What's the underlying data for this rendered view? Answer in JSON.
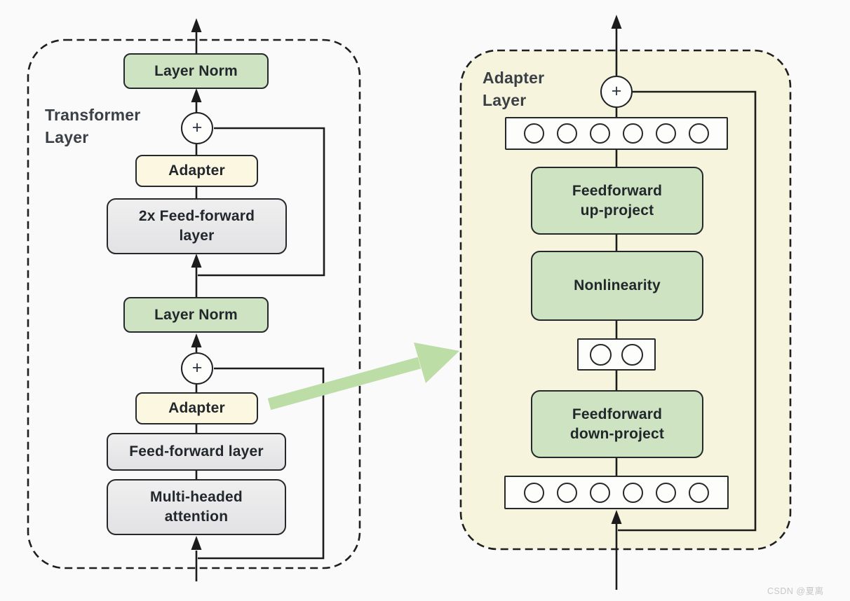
{
  "watermark": "CSDN @夏离",
  "colors": {
    "green_box": "#cde3c2",
    "yellow_box": "#fbf7e1",
    "gray_box": "#e9e9ea",
    "adapter_panel_bg": "#f7f4dd",
    "wire": "#1c1c1c",
    "green_arrow": "#bcdda6",
    "panel_border": "#1f1f1f"
  },
  "transformer_panel": {
    "label": "Transformer\nLayer",
    "layer_norm_top": "Layer Norm",
    "plus_top": "+",
    "adapter_top": "Adapter",
    "feedforward_2x": "2x Feed-forward\nlayer",
    "layer_norm_bottom": "Layer Norm",
    "plus_bottom": "+",
    "adapter_bottom": "Adapter",
    "feedforward": "Feed-forward layer",
    "attention": "Multi-headed\nattention"
  },
  "adapter_panel": {
    "label": "Adapter\nLayer",
    "plus": "+",
    "up_project": "Feedforward\nup-project",
    "nonlinearity": "Nonlinearity",
    "down_project": "Feedforward\ndown-project",
    "input_features_count": 6,
    "bottleneck_features_count": 2,
    "output_features_count": 6
  }
}
